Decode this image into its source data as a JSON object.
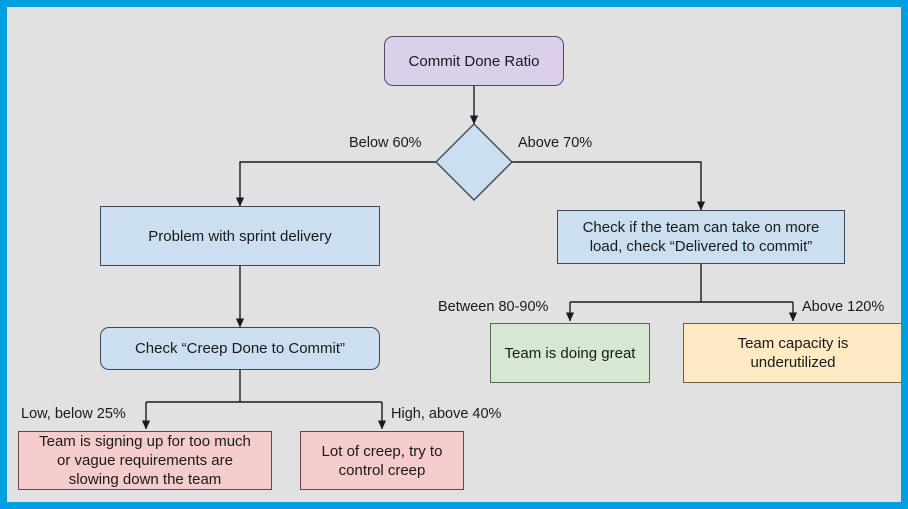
{
  "diagram": {
    "title": "Commit Done Ratio decision flowchart",
    "frame_color": "#00a0e0",
    "background_color": "#e1e1e1",
    "nodes": {
      "root": {
        "label": "Commit Done Ratio",
        "shape": "rounded-rect",
        "fill": "#dccfea"
      },
      "decision": {
        "label": "",
        "shape": "diamond",
        "fill": "#cbdff1"
      },
      "problem_sprint": {
        "label": "Problem with sprint delivery",
        "shape": "rect",
        "fill": "#cbdff1"
      },
      "check_more_load": {
        "line1": "Check if the team can take on more",
        "line2": "load, check “Delivered to commit”",
        "shape": "rect",
        "fill": "#cbdff1"
      },
      "check_creep": {
        "label": "Check “Creep Done to Commit”",
        "shape": "rounded-rect",
        "fill": "#cbdff1"
      },
      "doing_great": {
        "label": "Team is doing great",
        "shape": "rect",
        "fill": "#d6e7d2"
      },
      "underutilized": {
        "line1": "Team capacity is",
        "line2": "underutilized",
        "shape": "rect",
        "fill": "#fdeac2"
      },
      "signing_up_too_much": {
        "line1": "Team is signing up for too much",
        "line2": "or vague requirements are",
        "line3": "slowing down the team",
        "shape": "rect",
        "fill": "#f3cccb"
      },
      "lot_of_creep": {
        "line1": "Lot of creep, try to",
        "line2": "control creep",
        "shape": "rect",
        "fill": "#f3cccb"
      }
    },
    "edge_labels": {
      "below_60": "Below 60%",
      "above_70": "Above 70%",
      "between_80_90": "Between 80-90%",
      "above_120": "Above 120%",
      "low_below_25": "Low, below 25%",
      "high_above_40": "High, above 40%"
    }
  }
}
